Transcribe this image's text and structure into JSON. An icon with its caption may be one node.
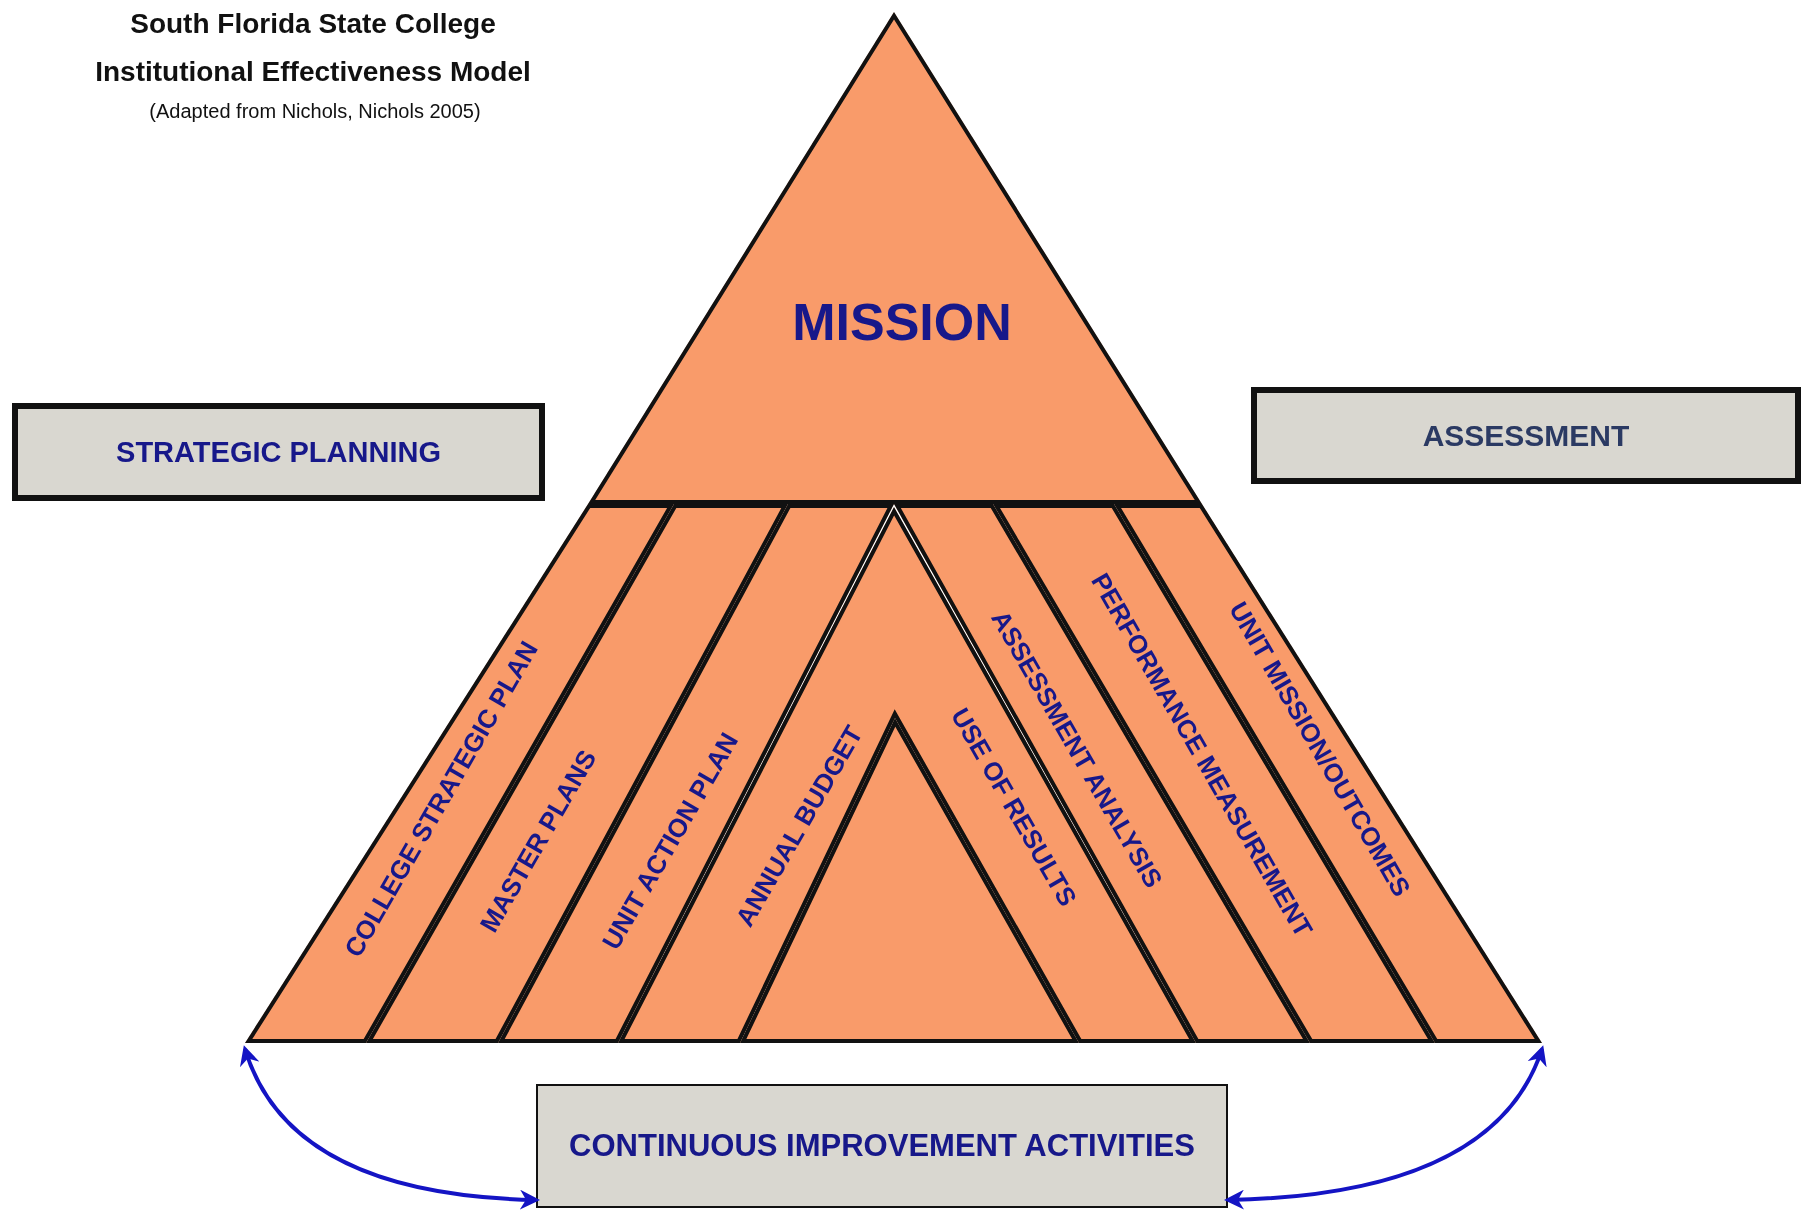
{
  "diagram": {
    "title": "South Florida State College Institutional Effectiveness Model",
    "nodes": [
      {
        "text": [
          "STRATEGIC PLANNING"
        ]
      },
      {
        "text": [
          "MISSION"
        ]
      },
      {
        "text": [
          "ASSESSMENT"
        ]
      },
      {
        "text": [
          "COLLEGE STRATEGIC PLAN"
        ]
      },
      {
        "text": [
          "MASTER PLANS"
        ]
      },
      {
        "text": [
          "UNIT ACTION PLAN"
        ]
      },
      {
        "text": [
          "ANNUAL BUDGET",
          "USE OF RESULTS"
        ]
      },
      {
        "text": [
          "ASSESSMENT ANALYSIS"
        ]
      },
      {
        "text": [
          "PERFORMANCE MEASUREMENT"
        ]
      },
      {
        "text": [
          "UNIT MISSION/OUTCOMES"
        ]
      },
      {
        "text": [],
        "shape": "triangle"
      },
      {
        "text": [
          "CONTINUOUS IMPROVEMENT ACTIVITIES"
        ]
      }
    ],
    "edges": [
      {
        "from": 11,
        "to": 3,
        "arrow": "both"
      },
      {
        "from": 11,
        "to": 9,
        "arrow": "both"
      }
    ],
    "labels": [
      "(Adapted from Nichols, Nichols 2005)"
    ]
  }
}
